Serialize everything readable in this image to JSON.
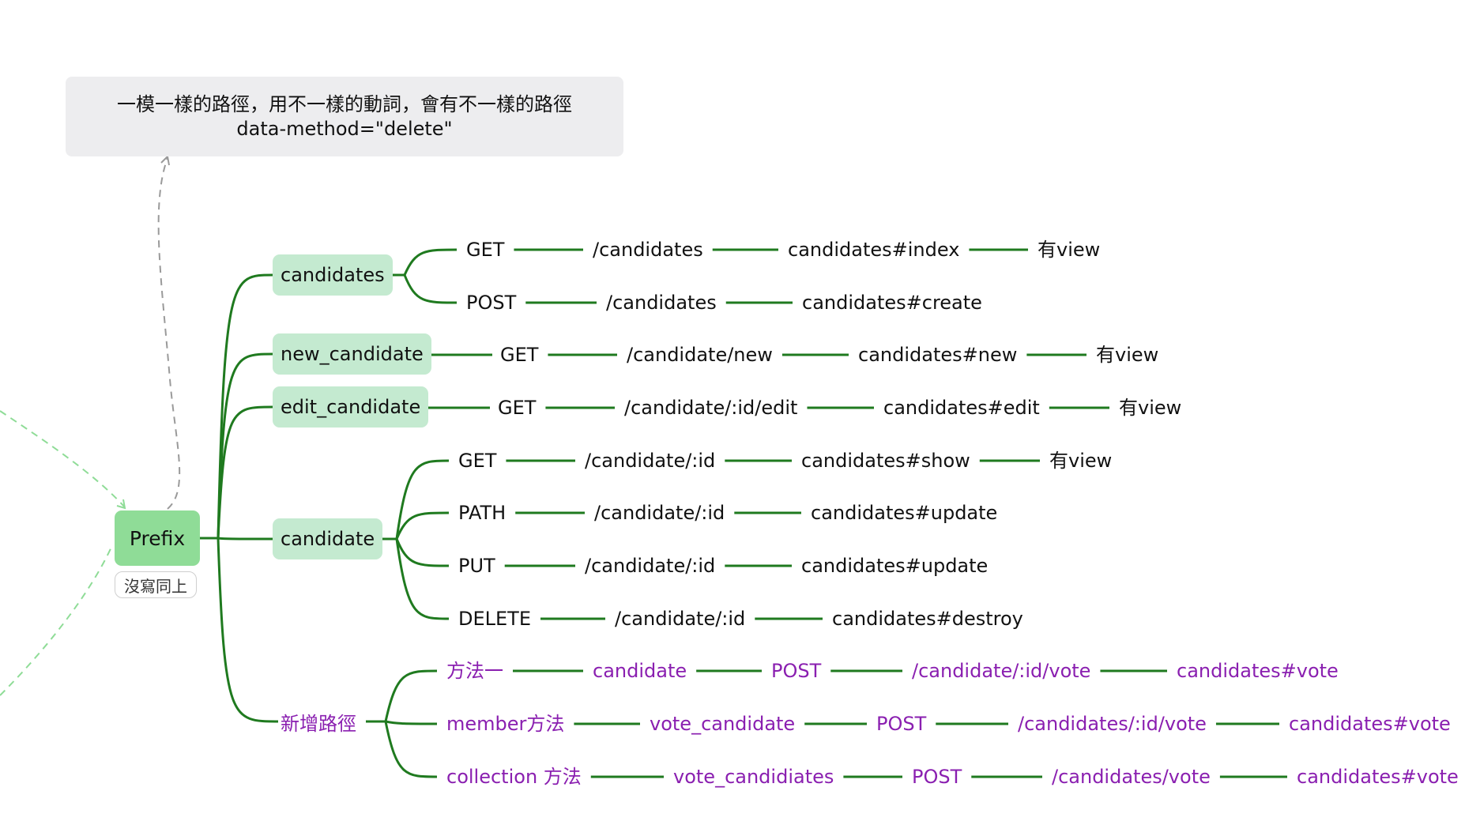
{
  "callout": {
    "line1": "一模一樣的路徑，用不一樣的動詞，會有不一樣的路徑",
    "line2": "data-method=\"delete\""
  },
  "root": {
    "label": "Prefix",
    "note": "沒寫同上"
  },
  "branches": [
    {
      "label": "candidates",
      "style": "box",
      "rows": [
        [
          "GET",
          "/candidates",
          "candidates#index",
          "有view"
        ],
        [
          "POST",
          "/candidates",
          "candidates#create"
        ]
      ]
    },
    {
      "label": "new_candidate",
      "style": "box",
      "rows": [
        [
          "GET",
          "/candidate/new",
          "candidates#new",
          "有view"
        ]
      ]
    },
    {
      "label": "edit_candidate",
      "style": "box",
      "rows": [
        [
          "GET",
          "/candidate/:id/edit",
          "candidates#edit",
          "有view"
        ]
      ]
    },
    {
      "label": "candidate",
      "style": "box",
      "rows": [
        [
          "GET",
          "/candidate/:id",
          "candidates#show",
          "有view"
        ],
        [
          "PATH",
          "/candidate/:id",
          "candidates#update"
        ],
        [
          "PUT",
          "/candidate/:id",
          "candidates#update"
        ],
        [
          "DELETE",
          "/candidate/:id",
          "candidates#destroy"
        ]
      ]
    },
    {
      "label": "新增路徑",
      "style": "purple",
      "rows": [
        [
          "方法一",
          "candidate",
          "POST",
          "/candidate/:id/vote",
          "candidates#vote"
        ],
        [
          "member方法",
          "vote_candidate",
          "POST",
          "/candidates/:id/vote",
          "candidates#vote"
        ],
        [
          "collection 方法",
          "vote_candidiates",
          "POST",
          "/candidates/vote",
          "candidates#vote"
        ]
      ]
    }
  ],
  "colors": {
    "branch_line": "#1f7a1f",
    "root_fill": "#8fdc97",
    "sub_fill": "#c4ead0",
    "purple_text": "#8a1fb0",
    "callout_fill": "#ededef",
    "dashed_grey": "#9a9a9a",
    "dashed_green": "#8fdc97"
  }
}
